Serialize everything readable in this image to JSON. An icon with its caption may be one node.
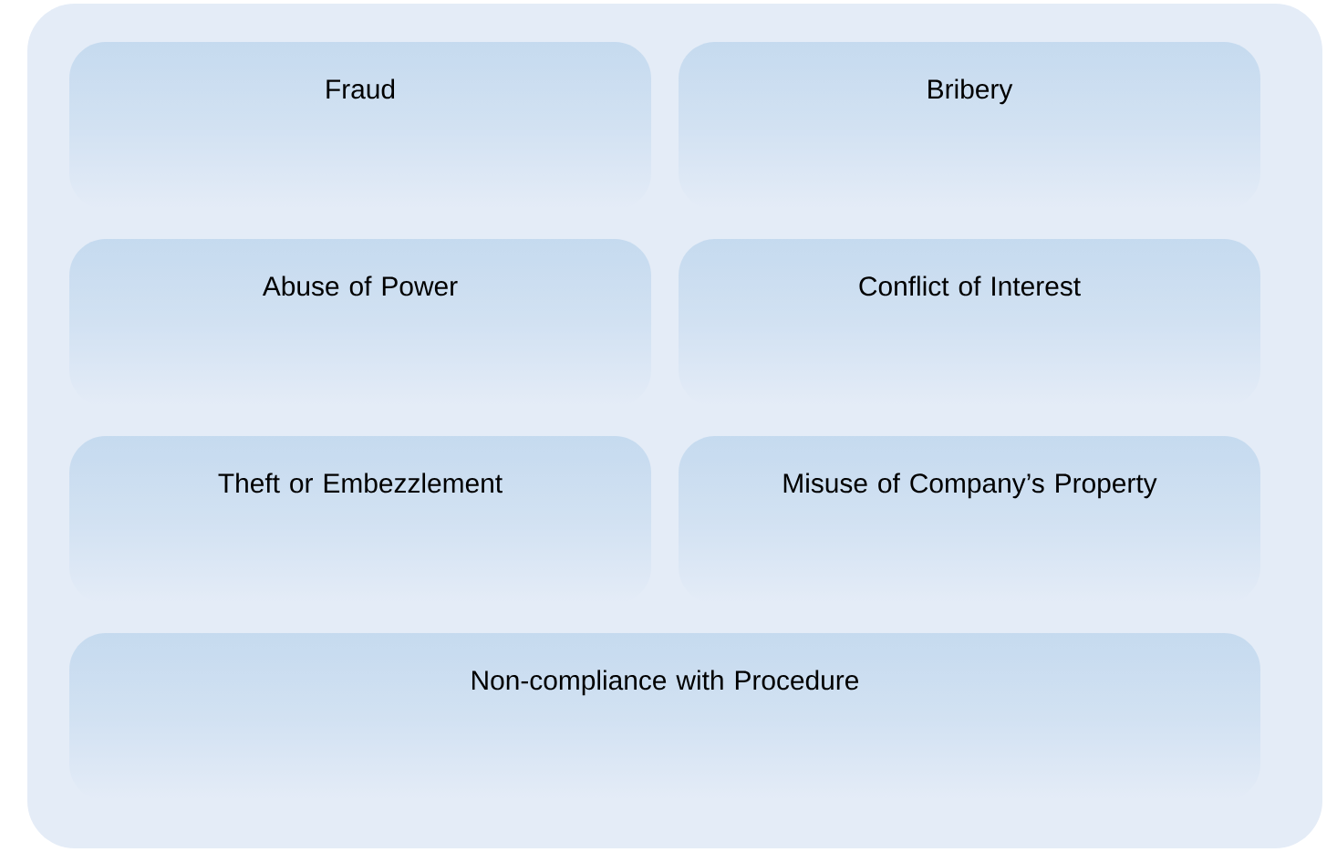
{
  "diagram": {
    "nodes": [
      {
        "text": [
          "Fraud"
        ]
      },
      {
        "text": [
          "Bribery"
        ]
      },
      {
        "text": [
          "Abuse of Power"
        ]
      },
      {
        "text": [
          "Conflict of Interest"
        ]
      },
      {
        "text": [
          "Theft or Embezzlement"
        ]
      },
      {
        "text": [
          "Misuse of Company’s Property"
        ]
      },
      {
        "text": [
          "Non-compliance with Procedure"
        ]
      }
    ]
  }
}
